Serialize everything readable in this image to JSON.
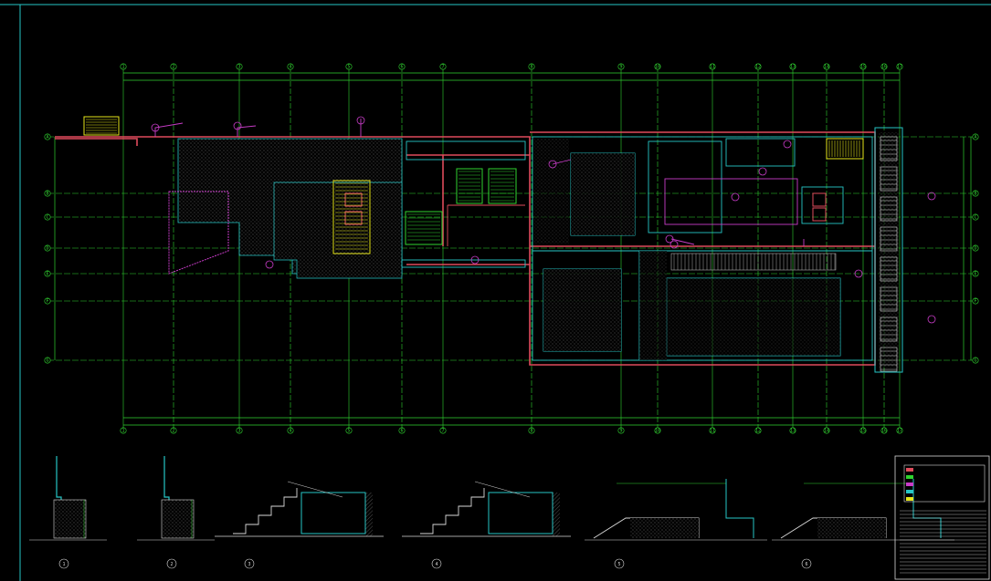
{
  "drawing": {
    "title_caption": "",
    "colors": {
      "background": "#000000",
      "frame": "#26c6c6",
      "grid": "#2fd32f",
      "wall": "#e04b5c",
      "pipe": "#c83cc8",
      "equipment": "#e6e61a",
      "hatch": "#9a9a9a",
      "text": "#d8d8d8"
    }
  },
  "grid": {
    "top_bubbles": [
      "1",
      "2",
      "3",
      "4",
      "5",
      "6",
      "7",
      "8",
      "9",
      "10",
      "11",
      "12",
      "13",
      "14",
      "15",
      "16",
      "17"
    ],
    "left_bubbles": [
      "A",
      "B",
      "C",
      "D",
      "E",
      "F",
      "G"
    ]
  },
  "sections": [
    {
      "id": "section-1",
      "label": "1"
    },
    {
      "id": "section-2",
      "label": "2"
    },
    {
      "id": "section-3",
      "label": "3"
    },
    {
      "id": "section-4",
      "label": "4"
    },
    {
      "id": "section-5",
      "label": "5"
    },
    {
      "id": "section-6",
      "label": "6"
    }
  ],
  "title_block": {
    "rows": [
      "",
      "",
      "",
      "",
      ""
    ]
  }
}
